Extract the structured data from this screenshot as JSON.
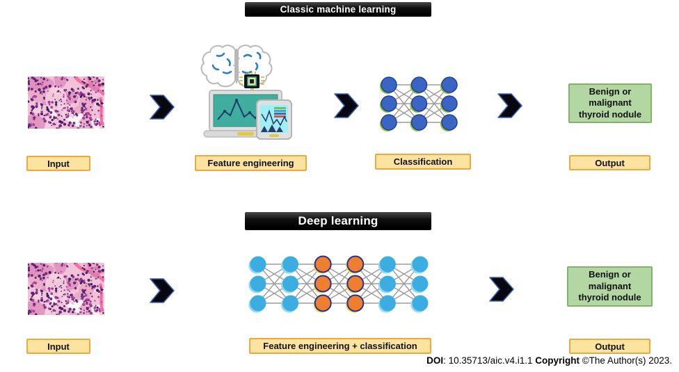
{
  "classic": {
    "banner": "Classic machine learning",
    "input_label": "Input",
    "feature_label": "Feature engineering",
    "classification_label": "Classification",
    "output_label": "Output",
    "result_lines": [
      "Benign or",
      "malignant",
      "thyroid nodule"
    ]
  },
  "deep": {
    "banner": "Deep learning",
    "input_label": "Input",
    "feature_label": "Feature engineering + classification",
    "output_label": "Output",
    "result_lines": [
      "Benign or",
      "malignant",
      "thyroid nodule"
    ]
  },
  "footer": {
    "doi_label": "DOI",
    "doi_rest": ": 10.35713/aic.v4.i1.1 ",
    "copyright_label": "Copyright",
    "copyright_rest": " ©The Author(s) 2023."
  },
  "icons": {
    "arrow": "chevron-right-arrow",
    "input_image": "histology-micrograph",
    "feature_illustration": "brain-chip-laptop-analytics",
    "classic_network": "neural-network-3x3-blue",
    "deep_network": "neural-network-6x3-cyan-orange"
  },
  "colors": {
    "banner_bg": "#0a0a0a",
    "banner_text": "#ffffff",
    "label_bg": "#fde3a0",
    "label_border": "#eda940",
    "result_bg": "#b3d7a2",
    "result_border": "#7fb369",
    "arrow_fill": "#06070f",
    "arrow_stroke": "#3c63b0",
    "net_line": "#9b9b9b",
    "classic_node": "#3a65c2",
    "classic_node_stroke": "#24418c",
    "classic_halo": "#8cc63f",
    "deep_io_node": "#3bade0",
    "deep_io_halo": "#8ed9f5",
    "deep_hidden_node": "#ef7f2e",
    "deep_hidden_stroke": "#27348b",
    "deep_hidden_halo": "#ffd34d"
  },
  "diagrams": {
    "classic_network": {
      "layers": 3,
      "nodes_per_layer": 3
    },
    "deep_network": {
      "layers": 6,
      "nodes_per_layer": 3,
      "hidden_layers": [
        2,
        3
      ]
    }
  }
}
